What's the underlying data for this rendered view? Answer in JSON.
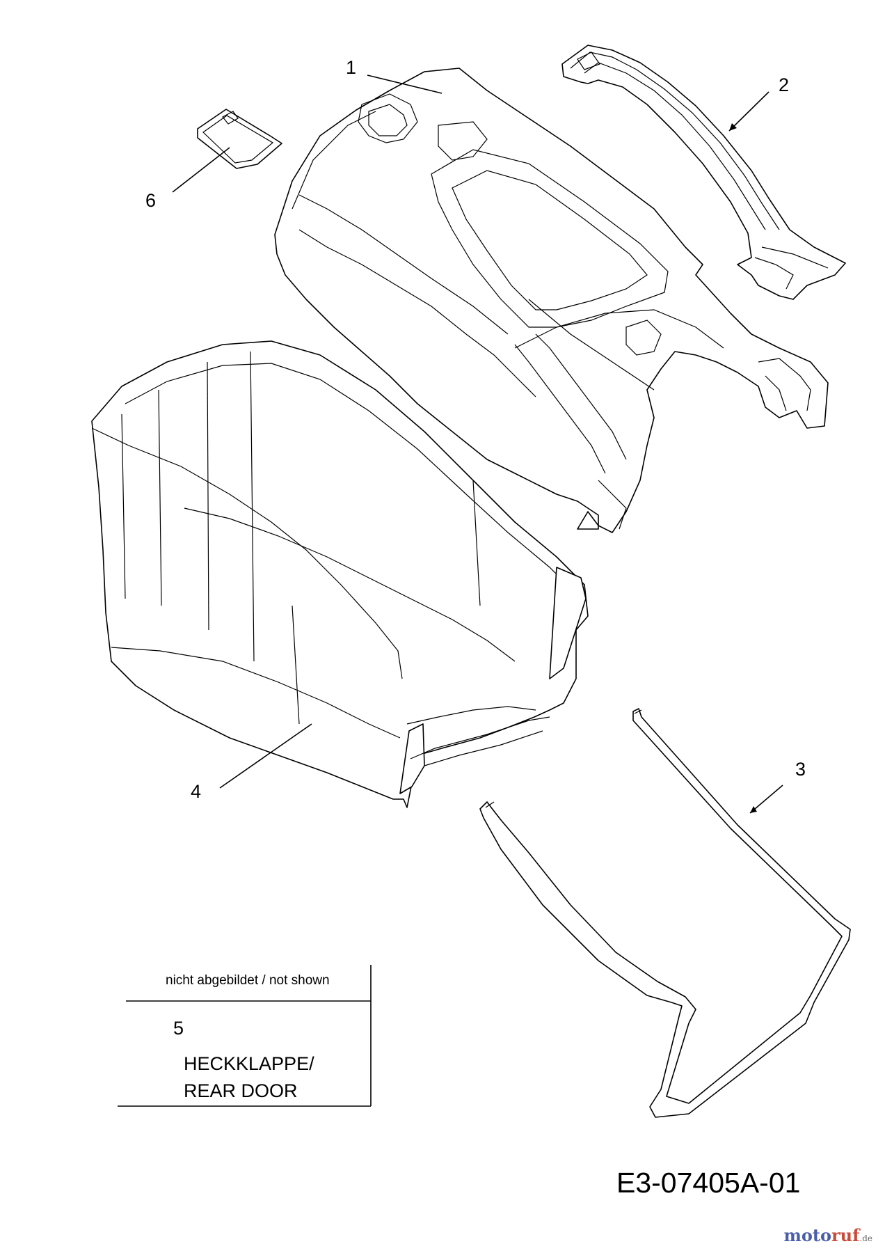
{
  "callouts": [
    {
      "id": "1",
      "label": "1"
    },
    {
      "id": "2",
      "label": "2"
    },
    {
      "id": "3",
      "label": "3"
    },
    {
      "id": "4",
      "label": "4"
    },
    {
      "id": "6",
      "label": "6"
    }
  ],
  "not_shown_box": {
    "heading": "nicht abgebildet / not shown",
    "item_number": "5",
    "item_name_de": "HECKKLAPPE/",
    "item_name_en": "REAR DOOR"
  },
  "drawing_number": "E3-07405A-01",
  "watermark": {
    "part_a": "moto",
    "part_b": "ruf",
    "suffix": ".de"
  }
}
